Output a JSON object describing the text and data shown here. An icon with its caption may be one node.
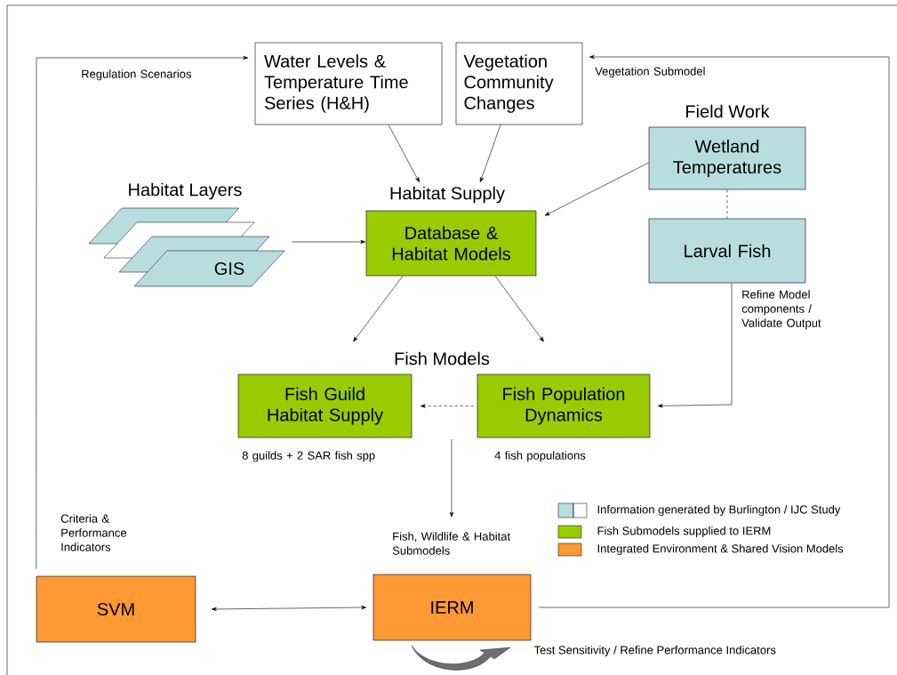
{
  "diagram": {
    "nodes": [
      {
        "text": [
          "Water Levels & Temperature Time Series (H&H)"
        ]
      },
      {
        "text": [
          "Vegetation Community Changes"
        ]
      },
      {
        "text": [
          "Field Work",
          "Wetland Temperatures"
        ]
      },
      {
        "text": [
          "Larval Fish"
        ]
      },
      {
        "text": [
          "Habitat Layers",
          "GIS"
        ]
      },
      {
        "text": [
          "Habitat Supply",
          "Database & Habitat Models"
        ]
      },
      {
        "text": [
          "Fish Guild Habitat Supply"
        ],
        "beside": [
          "8 guilds + 2 SAR fish spp"
        ]
      },
      {
        "text": [
          "Fish Population Dynamics"
        ],
        "beside": [
          "4 fish populations"
        ]
      },
      {
        "text": [
          "SVM"
        ],
        "beside": [
          "Criteria & Performance Indicators"
        ]
      },
      {
        "text": [
          "IERM"
        ],
        "beside": [
          "Fish, Wildlife & Habitat Submodels"
        ]
      }
    ],
    "edges": [
      {
        "from": 0,
        "to": 5,
        "arrow": "to"
      },
      {
        "from": 1,
        "to": 5,
        "arrow": "to"
      },
      {
        "from": 2,
        "to": 5,
        "arrow": "to"
      },
      {
        "from": 4,
        "to": 5,
        "arrow": "to"
      },
      {
        "from": 5,
        "to": 6,
        "arrow": "to"
      },
      {
        "from": 5,
        "to": 7,
        "arrow": "to"
      },
      {
        "from": 7,
        "to": 6,
        "arrow": "to",
        "style": "dashed"
      },
      {
        "from": 3,
        "to": 7,
        "arrow": "to",
        "label": "Refine Model components / Validate Output"
      },
      {
        "from": 2,
        "to": 3,
        "arrow": "none",
        "style": "dashed"
      },
      {
        "from": null,
        "to": 9,
        "arrow": "to"
      },
      {
        "from": 8,
        "to": 9,
        "arrow": "both"
      },
      {
        "from": 9,
        "to": 1,
        "arrow": "to",
        "label": "Vegetation Submodel"
      },
      {
        "from": 8,
        "to": 0,
        "arrow": "to",
        "label": "Regulation Scenarios"
      }
    ],
    "labels": [
      "Fish Models",
      "Test Sensitivity / Refine Performance Indicators"
    ],
    "legend": [
      {
        "text": "Information generated by Burlington / IJC Study",
        "color": "#b7dde1"
      },
      {
        "text": "Fish Submodels supplied to IERM",
        "color": "#99cc00"
      },
      {
        "text": "Integrated Environment & Shared Vision Models",
        "color": "#ff9933"
      }
    ]
  }
}
